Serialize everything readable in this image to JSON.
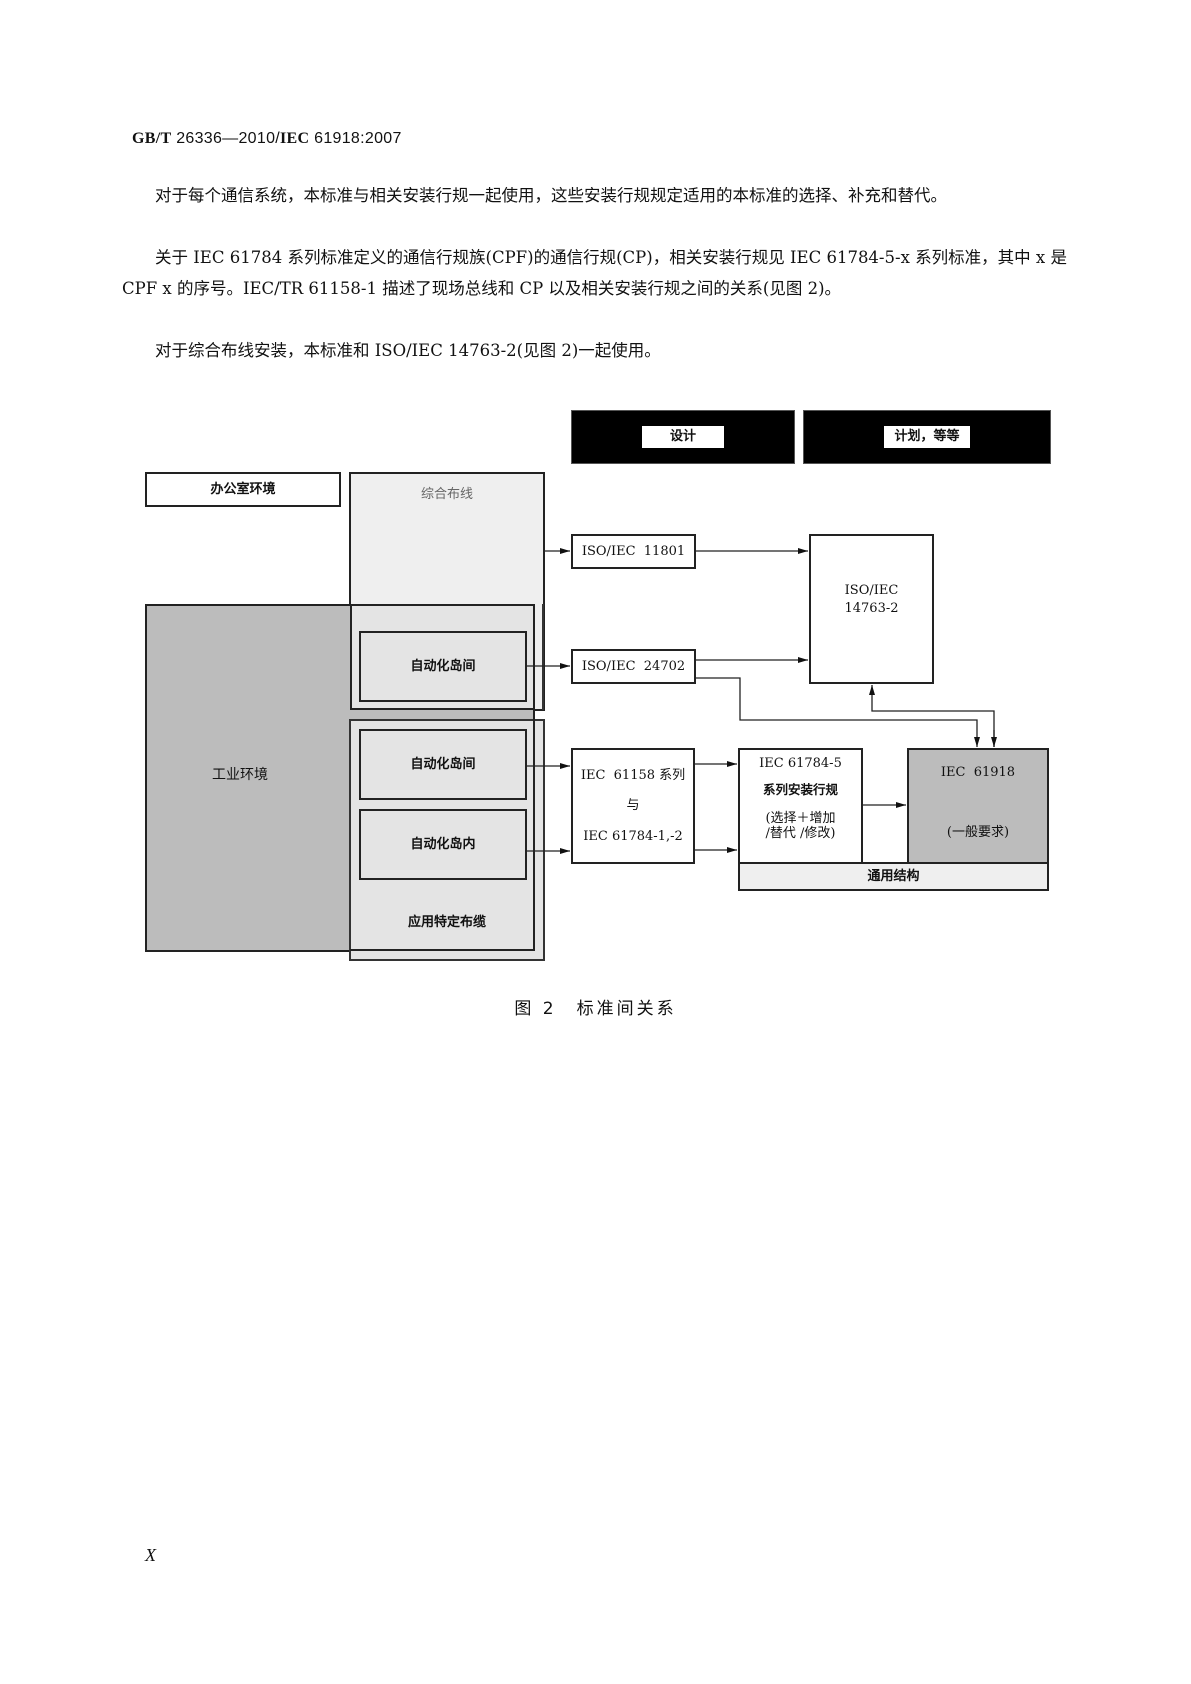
{
  "header": {
    "standard_prefix": "GB/T",
    "standard_number": "26336—2010/",
    "iec_prefix": "IEC",
    "iec_number": "61918:2007"
  },
  "paragraphs": [
    "对于每个通信系统，本标准与相关安装行规一起使用，这些安装行规规定适用的本标准的选择、补充和替代。",
    "关于 IEC 61784 系列标准定义的通信行规族(CPF)的通信行规(CP)，相关安装行规见 IEC 61784-5-x 系列标准，其中 x 是 CPF x 的序号。IEC/TR 61158-1 描述了现场总线和 CP 以及相关安装行规之间的关系(见图 2)。",
    "对于综合布线安装，本标准和 ISO/IEC 14763-2(见图 2)一起使用。"
  ],
  "diagram": {
    "top_bars": [
      "设计",
      "计划，等等"
    ],
    "office_env": "办公室环境",
    "generic_cabling": "综合布线",
    "industrial_env": "工业环境",
    "between_islands_1": "自动化岛间",
    "between_islands_2": "自动化岛间",
    "within_island": "自动化岛内",
    "app_specific_cabling": "应用特定布缆",
    "iso_11801": "ISO/IEC  11801",
    "iso_24702": "ISO/IEC  24702",
    "iso_14763_line1": "ISO/IEC",
    "iso_14763_line2": "14763-2",
    "iec_61158_line1": "IEC  61158 系列",
    "iec_61158_line2": "与",
    "iec_61158_line3": "IEC 61784-1,-2",
    "iec_61784_5_line1": "IEC 61784-5",
    "iec_61784_5_line2": "系列安装行规",
    "iec_61784_5_line3": "(选择＋增加",
    "iec_61784_5_line4": "/替代 /修改)",
    "iec_61918_line1": "IEC  61918",
    "iec_61918_line2": "(一般要求)",
    "common_structure": "通用结构"
  },
  "caption": "图 2　标准间关系",
  "footer": {
    "page_number": "X"
  }
}
